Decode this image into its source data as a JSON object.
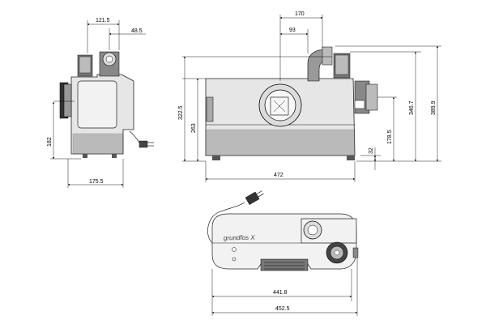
{
  "diagram": {
    "brand_logo": "grundfos X",
    "colors": {
      "line": "#000000",
      "body": "#e6e6e6",
      "shadow": "#6b6b6b"
    },
    "dimensions": {
      "side_total_width": "175.5",
      "side_top_offset": "121.5",
      "side_top_small": "48.5",
      "side_height": "182",
      "front_width": "472",
      "front_top_170": "170",
      "front_top_93": "93",
      "front_h_322": "322.5",
      "front_h_263": "263",
      "front_h_178": "178.5",
      "front_h_32": "32",
      "front_h_346": "346.7",
      "front_h_389": "389.9",
      "top_width_441": "441.8",
      "top_width_452": "452.5"
    }
  }
}
